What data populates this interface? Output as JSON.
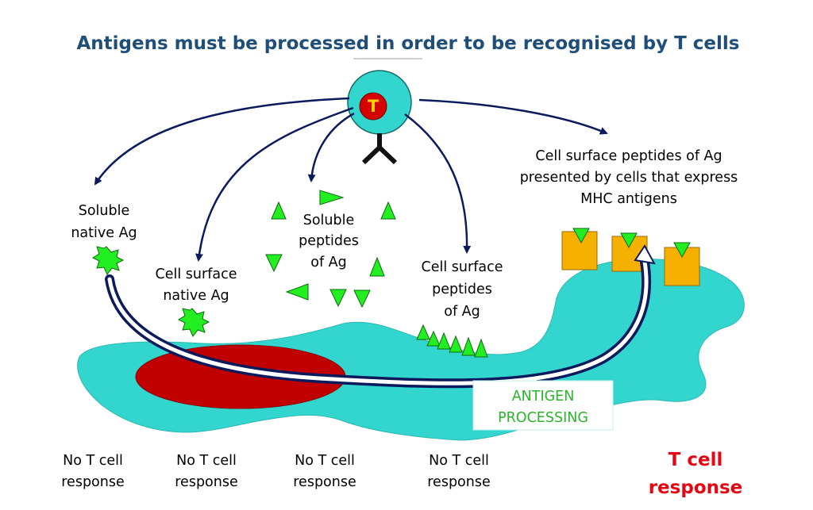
{
  "title": "Antigens must be processed in order to be recognised by T cells",
  "t_cell": {
    "letter": "T"
  },
  "labels": {
    "soluble_native": [
      "Soluble",
      "native Ag"
    ],
    "cell_surface_native": [
      "Cell surface",
      "native Ag"
    ],
    "soluble_peptides": [
      "Soluble",
      "peptides",
      "of Ag"
    ],
    "cell_surface_peptides": [
      "Cell surface",
      "peptides",
      "of Ag"
    ],
    "mhc_presented": [
      "Cell surface peptides of Ag",
      "presented by cells that express",
      "MHC antigens"
    ]
  },
  "processing_box": [
    "ANTIGEN",
    "PROCESSING"
  ],
  "responses": [
    [
      "No T cell",
      "response"
    ],
    [
      "No T cell",
      "response"
    ],
    [
      "No T cell",
      "response"
    ],
    [
      "No T cell",
      "response"
    ]
  ],
  "positive_response": [
    "T cell",
    "response"
  ],
  "colors": {
    "title": "#1f4e79",
    "cell": "#33d6cf",
    "nucleus": "#c00000",
    "antigen": "#22ee22",
    "mhc": "#f5b000",
    "arrow": "#0a1a5c",
    "positive": "#e30613",
    "processing_text": "#2ab52a"
  }
}
